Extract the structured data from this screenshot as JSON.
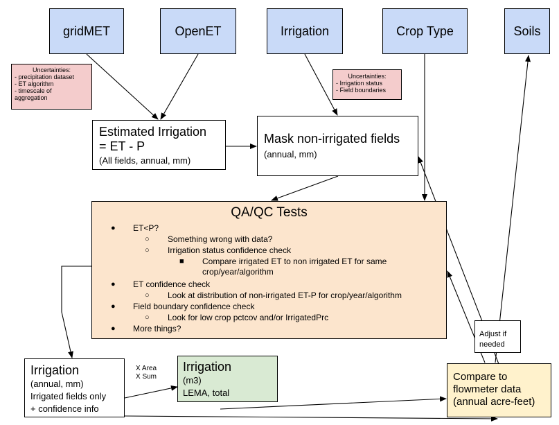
{
  "sources": {
    "gridmet": "gridMET",
    "openet": "OpenET",
    "irrigation": "Irrigation",
    "crop_type": "Crop Type",
    "soils": "Soils"
  },
  "notes": {
    "left": {
      "title": "Uncertainties:",
      "lines": [
        "- precipitation dataset",
        "- ET algorithm",
        "- timescale of",
        "aggregation"
      ]
    },
    "right": {
      "title": "Uncertainties:",
      "lines": [
        "- Irrigation status",
        "- Field boundaries"
      ]
    }
  },
  "estimated": {
    "line1": "Estimated Irrigation",
    "line2": "= ET - P",
    "sub": "(All fields, annual, mm)"
  },
  "mask": {
    "title": "Mask non-irrigated fields",
    "sub": "(annual, mm)"
  },
  "qaqc": {
    "title": "QA/QC Tests",
    "items": [
      "ET<P?",
      "Something wrong with data?",
      "Irrigation status confidence check",
      "Compare irrigated ET to non irrigated ET for same",
      "crop/year/algorithm",
      "ET confidence check",
      "Look at distribution of non-irrigated ET-P for crop/year/algorithm",
      "Field boundary confidence check",
      "Look for low crop pctcov and/or IrrigatedPrc",
      "More things?"
    ]
  },
  "adjust": {
    "line1": "Adjust if",
    "line2": "needed"
  },
  "irr_mm": {
    "title": "Irrigation",
    "lines": [
      "(annual, mm)",
      "Irrigated fields only",
      "+ confidence info"
    ]
  },
  "conversion": {
    "line1": "X Area",
    "line2": "X Sum"
  },
  "irr_m3": {
    "title": "Irrigation",
    "lines": [
      "(m3)",
      "LEMA, total"
    ]
  },
  "compare": {
    "lines": [
      "Compare to",
      "flowmeter data",
      "(annual acre-feet)"
    ]
  },
  "colors": {
    "source": "#c9daf8",
    "note": "#f4cccc",
    "qaqc": "#fce5cd",
    "irrigation_m3": "#d9ead3",
    "compare": "#fff2cc"
  }
}
